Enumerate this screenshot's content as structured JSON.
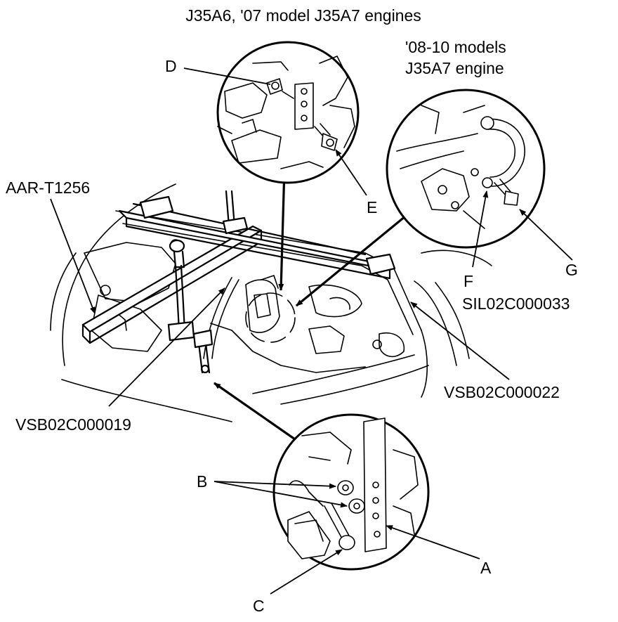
{
  "titles": {
    "top": "J35A6, '07 model J35A7 engines",
    "right_line1": "'08-10 models",
    "right_line2": "J35A7 engine"
  },
  "labels": {
    "a": "A",
    "b": "B",
    "c": "C",
    "d": "D",
    "e": "E",
    "f": "F",
    "g": "G",
    "tool": "AAR-T1256",
    "sil": "SIL02C000033",
    "vsb22": "VSB02C000022",
    "vsb19": "VSB02C000019"
  }
}
